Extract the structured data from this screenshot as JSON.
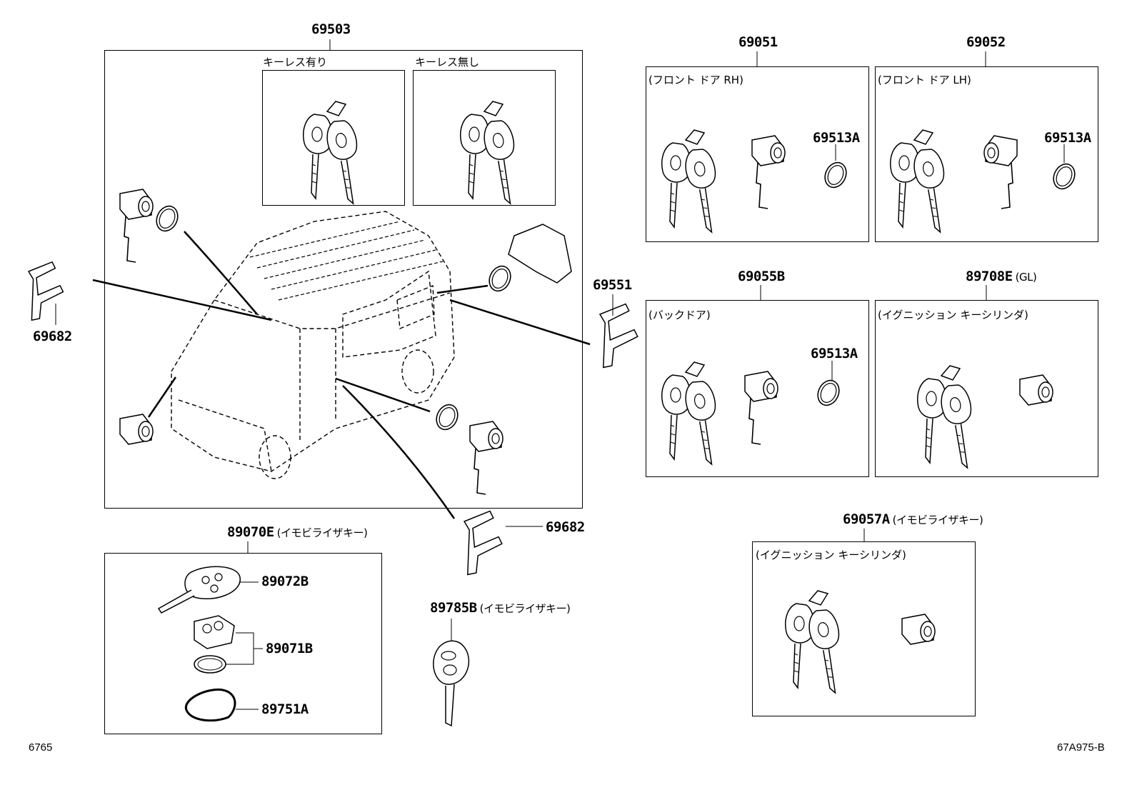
{
  "labels": {
    "p69503": "69503",
    "keyless_yes": "キーレス有り",
    "keyless_no": "キーレス無し",
    "p69682_left": "69682",
    "p69682_bottom": "69682",
    "p69551": "69551",
    "p69051": "69051",
    "front_door_rh": "(フロント ドア RH)",
    "p69052": "69052",
    "front_door_lh": "(フロント ドア LH)",
    "p69513a_1": "69513A",
    "p69513a_2": "69513A",
    "p69513a_3": "69513A",
    "p69055b": "69055B",
    "back_door": "(バックドア)",
    "p89708e": "89708E",
    "p89708e_note": "(GL)",
    "ignition_1": "(イグニッション キーシリンダ)",
    "p89070e": "89070E",
    "p89070e_note": "(イモビライザキー)",
    "p89072b": "89072B",
    "p89071b": "89071B",
    "p89751a": "89751A",
    "p89785b": "89785B",
    "p89785b_note": "(イモビライザキー)",
    "p69057a": "69057A",
    "p69057a_note": "(イモビライザキー)",
    "ignition_2": "(イグニッション キーシリンダ)",
    "code_left": "6765",
    "code_right": "67A975-B"
  }
}
